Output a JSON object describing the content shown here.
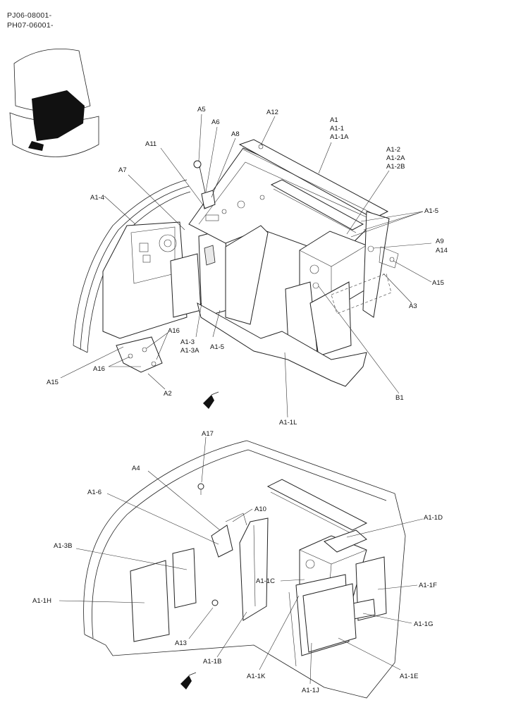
{
  "header": {
    "serial_range_1": "PJ06-08001-",
    "serial_range_2": "PH07-06001-"
  },
  "callouts": {
    "top": [
      {
        "id": "A5",
        "text": "A5"
      },
      {
        "id": "A6",
        "text": "A6"
      },
      {
        "id": "A8",
        "text": "A8"
      },
      {
        "id": "A11",
        "text": "A11"
      },
      {
        "id": "A12",
        "text": "A12"
      },
      {
        "id": "A1",
        "text": "A1"
      },
      {
        "id": "A1-1",
        "text": "A1-1"
      },
      {
        "id": "A1-1A",
        "text": "A1-1A"
      },
      {
        "id": "A1-2",
        "text": "A1-2"
      },
      {
        "id": "A1-2A",
        "text": "A1-2A"
      },
      {
        "id": "A1-2B",
        "text": "A1-2B"
      },
      {
        "id": "A7",
        "text": "A7"
      },
      {
        "id": "A1-4",
        "text": "A1-4"
      },
      {
        "id": "A1-5-r",
        "text": "A1-5"
      },
      {
        "id": "A9",
        "text": "A9"
      },
      {
        "id": "A14",
        "text": "A14"
      },
      {
        "id": "A15-r",
        "text": "A15"
      },
      {
        "id": "A3",
        "text": "A3"
      },
      {
        "id": "A16-a",
        "text": "A16"
      },
      {
        "id": "A1-3",
        "text": "A1-3"
      },
      {
        "id": "A1-3A",
        "text": "A1-3A"
      },
      {
        "id": "A1-5-b",
        "text": "A1-5"
      },
      {
        "id": "A16-b",
        "text": "A16"
      },
      {
        "id": "A15-l",
        "text": "A15"
      },
      {
        "id": "A2",
        "text": "A2"
      },
      {
        "id": "B1",
        "text": "B1"
      },
      {
        "id": "A1-1L",
        "text": "A1-1L"
      }
    ],
    "bottom": [
      {
        "id": "A17",
        "text": "A17"
      },
      {
        "id": "A4",
        "text": "A4"
      },
      {
        "id": "A1-6",
        "text": "A1-6"
      },
      {
        "id": "A10",
        "text": "A10"
      },
      {
        "id": "A1-1D",
        "text": "A1-1D"
      },
      {
        "id": "A1-3B",
        "text": "A1-3B"
      },
      {
        "id": "A1-1C",
        "text": "A1-1C"
      },
      {
        "id": "A1-1F",
        "text": "A1-1F"
      },
      {
        "id": "A1-1H",
        "text": "A1-1H"
      },
      {
        "id": "A1-1G",
        "text": "A1-1G"
      },
      {
        "id": "A13",
        "text": "A13"
      },
      {
        "id": "A1-1B",
        "text": "A1-1B"
      },
      {
        "id": "A1-1K",
        "text": "A1-1K"
      },
      {
        "id": "A1-1E",
        "text": "A1-1E"
      },
      {
        "id": "A1-1J",
        "text": "A1-1J"
      }
    ]
  }
}
